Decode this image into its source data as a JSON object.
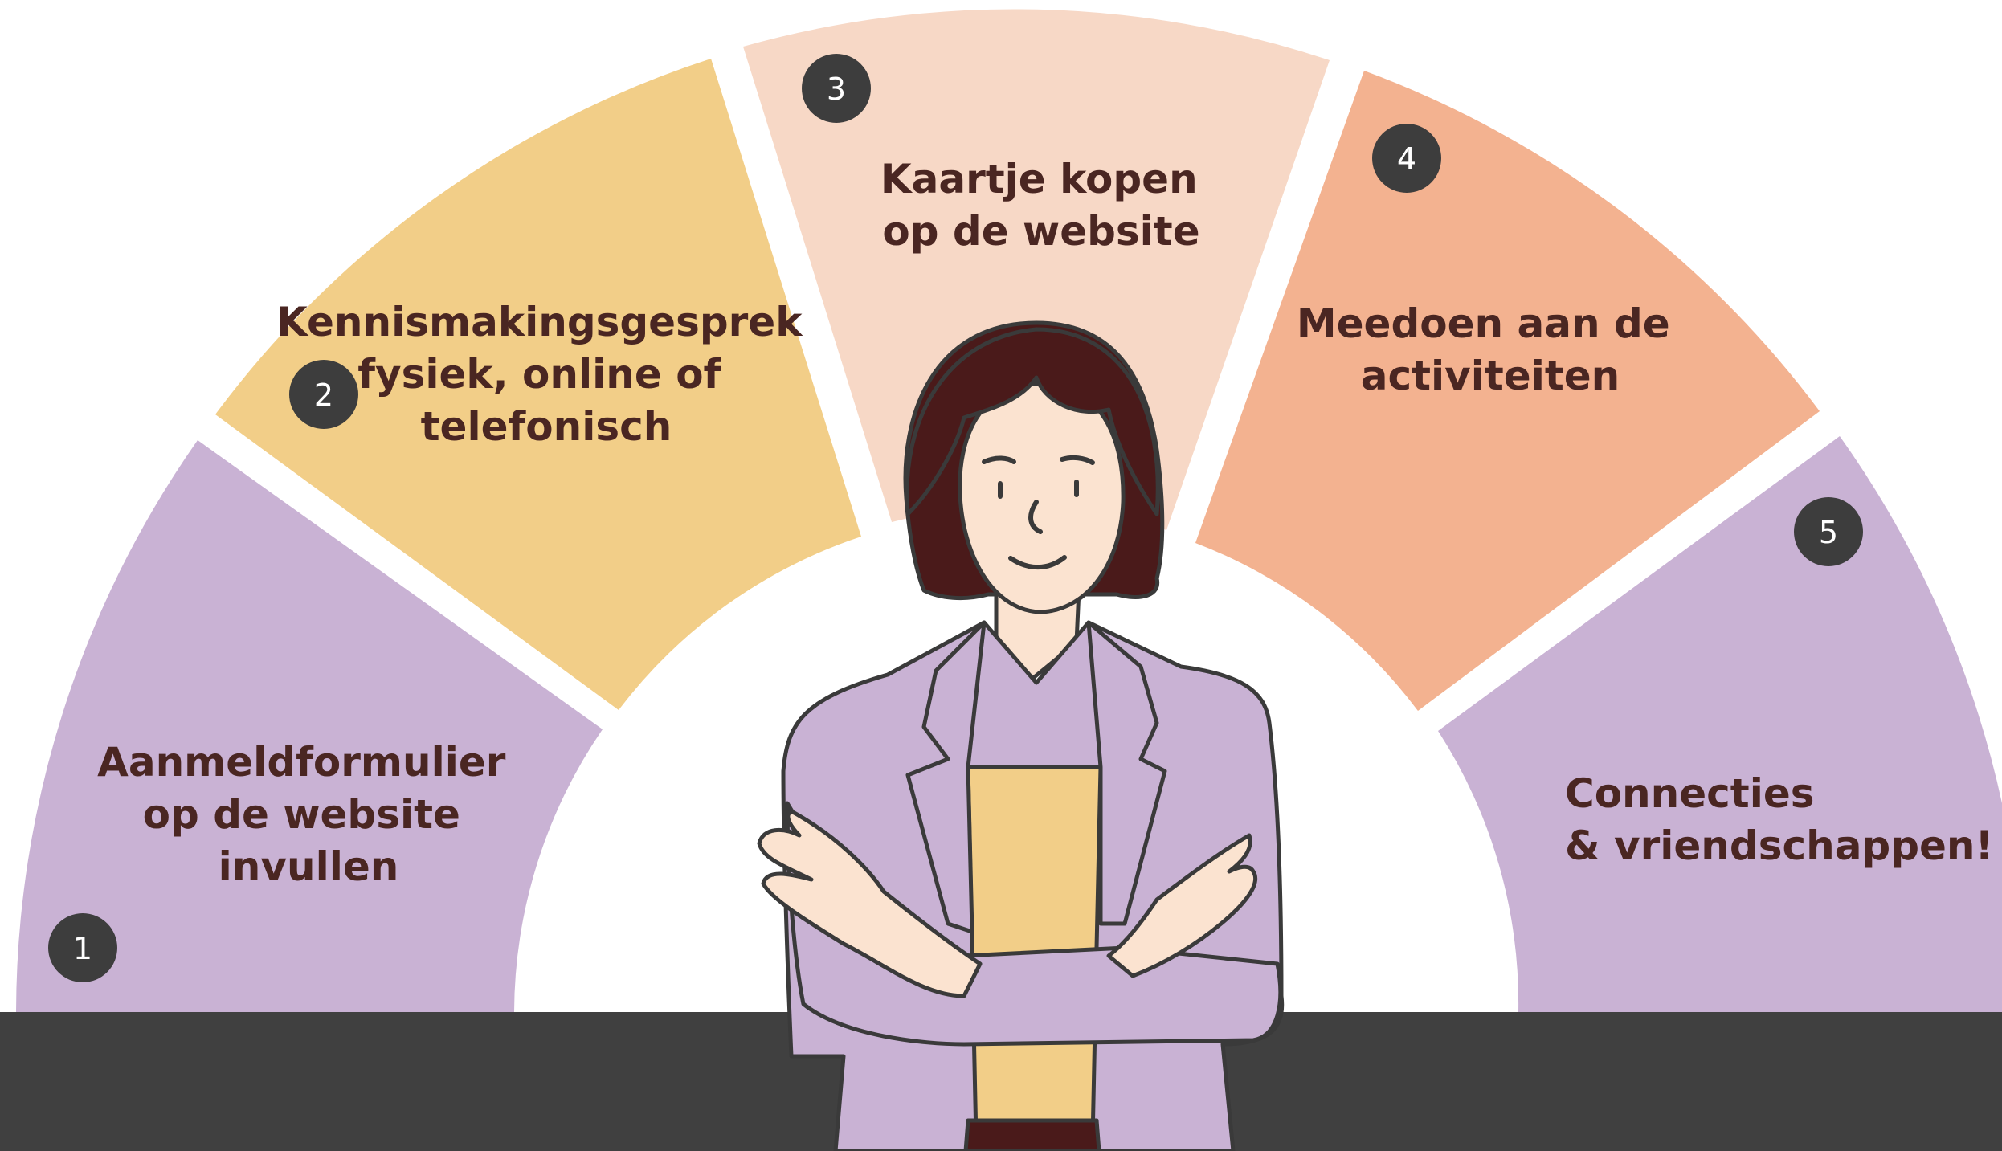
{
  "colors": {
    "text": "#4a2622",
    "badge": "#3d3d3d",
    "floor": "#404040",
    "background": "#ffffff",
    "skin": "#fbe3d0",
    "hair": "#4a1a1a",
    "outline": "#3a3a3a"
  },
  "steps": [
    {
      "number": "1",
      "lines": [
        "Aanmeldformulier",
        "op de website",
        "invullen"
      ],
      "color": "#c9b2d4"
    },
    {
      "number": "2",
      "lines": [
        "Kennismakingsgesprek",
        "fysiek, online of",
        "telefonisch"
      ],
      "color": "#f2ce88"
    },
    {
      "number": "3",
      "lines": [
        "Kaartje kopen",
        "op de website"
      ],
      "color": "#f7d8c6"
    },
    {
      "number": "4",
      "lines": [
        "Meedoen aan de",
        "activiteiten"
      ],
      "color": "#f3b290"
    },
    {
      "number": "5",
      "lines": [
        "Connecties",
        "& vriendschappen!"
      ],
      "color": "#c9b2d4"
    }
  ],
  "person": {
    "jacket_color": "#c9b2d4",
    "shirt_color": "#f2ce88"
  }
}
